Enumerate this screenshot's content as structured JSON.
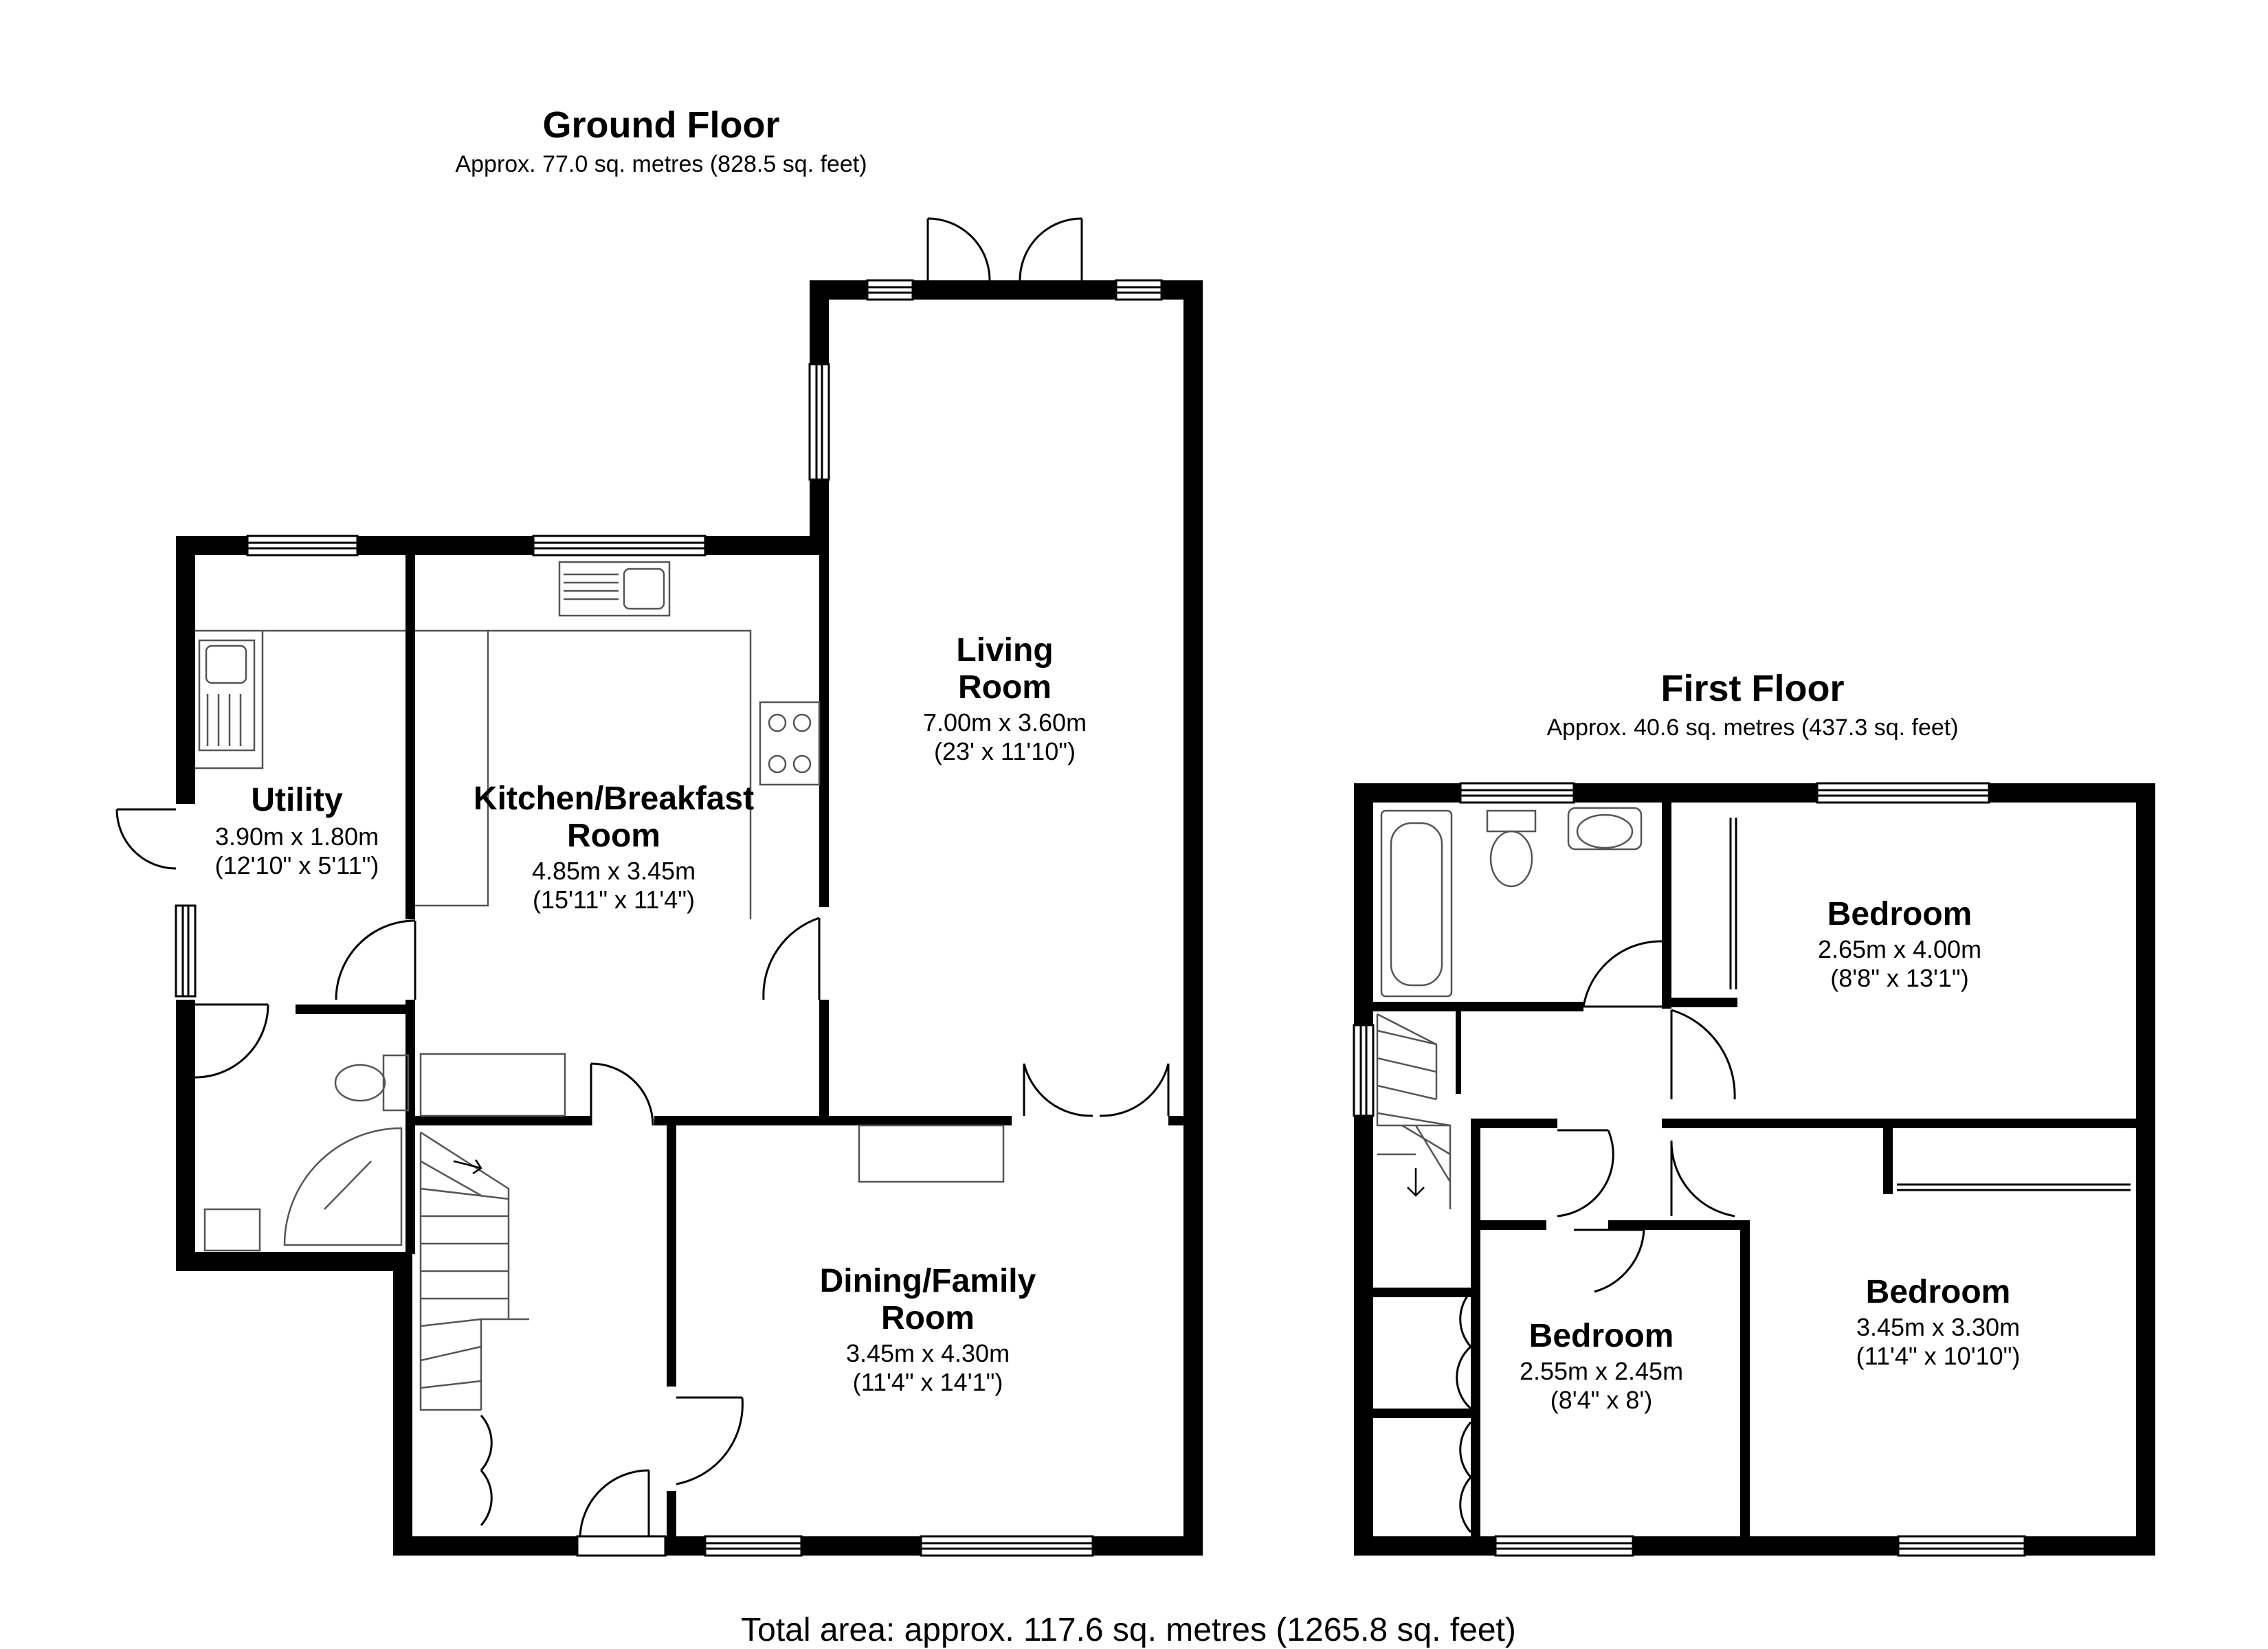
{
  "ground_floor": {
    "title": "Ground Floor",
    "area": "Approx. 77.0 sq. metres (828.5 sq. feet)",
    "rooms": {
      "utility": {
        "name": [
          "Utility"
        ],
        "metric": "3.90m x 1.80m",
        "imperial": "(12'10\" x 5'11\")"
      },
      "kitchen": {
        "name": [
          "Kitchen/Breakfast",
          "Room"
        ],
        "metric": "4.85m x 3.45m",
        "imperial": "(15'11\" x 11'4\")"
      },
      "living": {
        "name": [
          "Living",
          "Room"
        ],
        "metric": "7.00m x 3.60m",
        "imperial": "(23' x 11'10\")"
      },
      "dining": {
        "name": [
          "Dining/Family",
          "Room"
        ],
        "metric": "3.45m x 4.30m",
        "imperial": "(11'4\" x 14'1\")"
      }
    }
  },
  "first_floor": {
    "title": "First Floor",
    "area": "Approx. 40.6 sq. metres (437.3 sq. feet)",
    "rooms": {
      "bedroom_1": {
        "name": [
          "Bedroom"
        ],
        "metric": "2.65m x 4.00m",
        "imperial": "(8'8\" x 13'1\")"
      },
      "bedroom_2": {
        "name": [
          "Bedroom"
        ],
        "metric": "3.45m x 3.30m",
        "imperial": "(11'4\" x 10'10\")"
      },
      "bedroom_3": {
        "name": [
          "Bedroom"
        ],
        "metric": "2.55m x 2.45m",
        "imperial": "(8'4\" x 8')"
      }
    }
  },
  "total_area": "Total area: approx. 117.6 sq. metres (1265.8 sq. feet)",
  "colors": {
    "wall": "#000000",
    "fixture": "#555555",
    "background": "#ffffff"
  }
}
